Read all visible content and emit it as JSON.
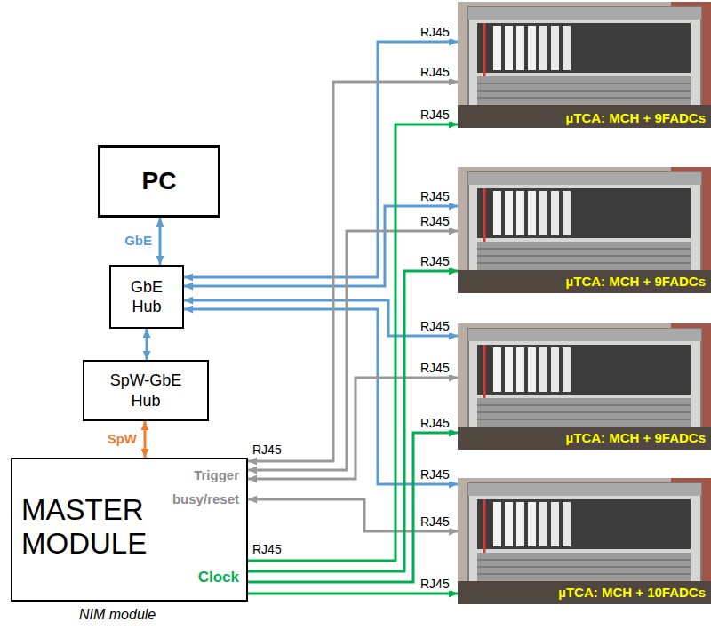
{
  "diagram": {
    "nodes": [
      {
        "text": [
          "PC"
        ]
      },
      {
        "text": [
          "GbE Hub"
        ]
      },
      {
        "text": [
          "SpW-GbE Hub"
        ]
      },
      {
        "text": [
          "MASTER MODULE",
          "Trigger",
          "busy/reset",
          "Clock"
        ]
      },
      {
        "text": [
          "µTCA: MCH + 9FADCs"
        ]
      },
      {
        "text": [
          "µTCA: MCH + 9FADCs"
        ]
      },
      {
        "text": [
          "µTCA: MCH + 9FADCs"
        ]
      },
      {
        "text": [
          "µTCA: MCH + 10FADCs"
        ]
      }
    ],
    "edges": [
      {
        "from": 0,
        "to": 1,
        "arrow": "both",
        "label": "GbE"
      },
      {
        "from": 1,
        "to": 2,
        "arrow": "both"
      },
      {
        "from": 2,
        "to": 3,
        "arrow": "both",
        "label": "SpW"
      },
      {
        "from": 1,
        "to": 4,
        "arrow": "both"
      },
      {
        "from": 1,
        "to": 5,
        "arrow": "both"
      },
      {
        "from": 1,
        "to": 6,
        "arrow": "both"
      },
      {
        "from": 1,
        "to": 7,
        "arrow": "both"
      },
      {
        "from": 3,
        "to": 4,
        "arrow": "both"
      },
      {
        "from": 3,
        "to": 5,
        "arrow": "both"
      },
      {
        "from": 3,
        "to": 6,
        "arrow": "both"
      },
      {
        "from": 3,
        "to": 7,
        "arrow": "both"
      },
      {
        "from": 3,
        "to": 4,
        "arrow": "to"
      },
      {
        "from": 3,
        "to": 5,
        "arrow": "to"
      },
      {
        "from": 3,
        "to": 6,
        "arrow": "to"
      },
      {
        "from": 3,
        "to": 7,
        "arrow": "to"
      }
    ],
    "labels": [
      "RJ45",
      "RJ45",
      "RJ45",
      "RJ45",
      "RJ45",
      "RJ45",
      "RJ45",
      "RJ45",
      "RJ45",
      "RJ45",
      "RJ45",
      "RJ45",
      "RJ45",
      "RJ45",
      "NIM module"
    ]
  }
}
